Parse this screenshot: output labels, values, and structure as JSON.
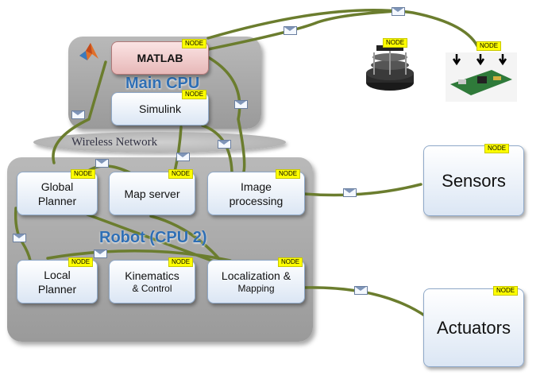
{
  "regions": {
    "main_cpu": "Main CPU",
    "network": "Wireless Network",
    "robot": "Robot (CPU 2)"
  },
  "nodes": {
    "matlab": "MATLAB",
    "simulink": "Simulink",
    "global_planner": [
      "Global",
      "Planner"
    ],
    "map_server": "Map server",
    "image_processing": [
      "Image",
      "processing"
    ],
    "local_planner": [
      "Local",
      "Planner"
    ],
    "kinematics": [
      "Kinematics",
      "& Control"
    ],
    "localization": [
      "Localization &",
      "Mapping"
    ],
    "sensors": "Sensors",
    "actuators": "Actuators"
  },
  "tag_label": "NODE",
  "icons": [
    "matlab-logo-icon",
    "envelope-icon",
    "turtlebot-robot-icon",
    "embedded-board-icon"
  ],
  "colors": {
    "link": "#6b7d2e",
    "region_title": "#2f6fb5",
    "tag": "#ffff00"
  }
}
